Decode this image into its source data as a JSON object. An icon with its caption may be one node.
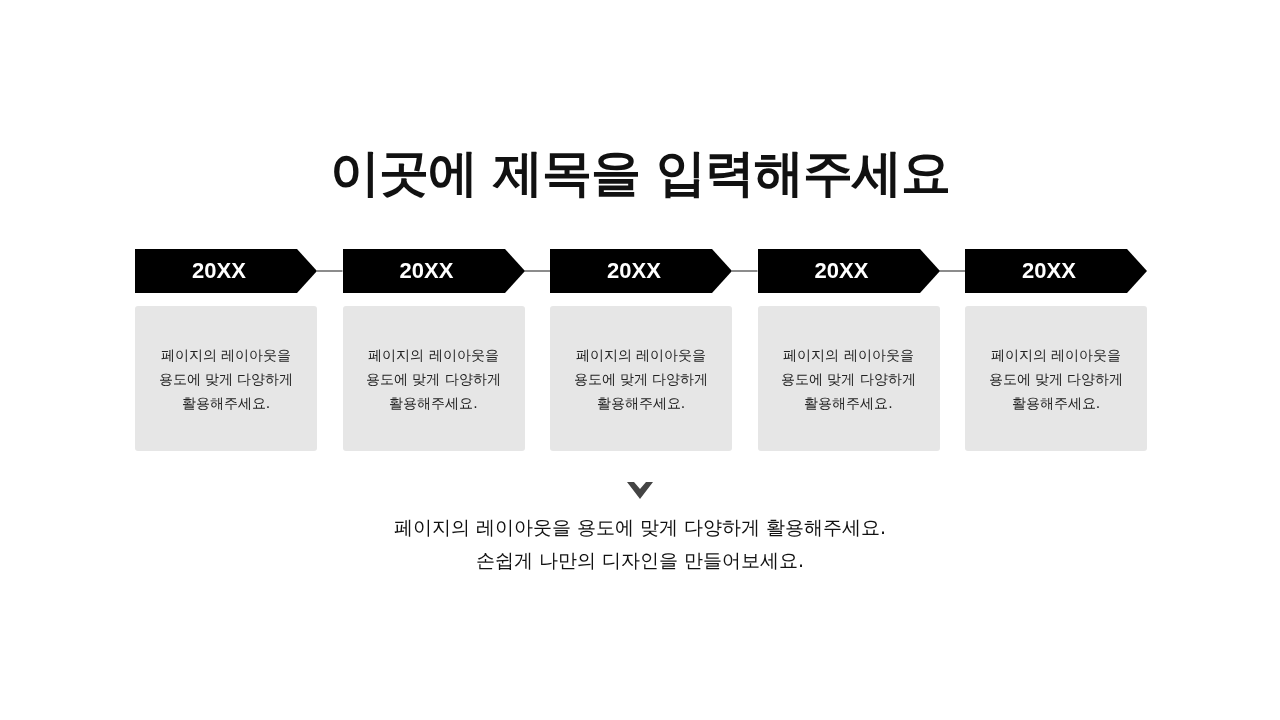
{
  "diagram": {
    "title": "이곳에 제목을 입력해주세요",
    "nodes": [
      {
        "text": [
          "20XX"
        ]
      },
      {
        "text": [
          "20XX"
        ]
      },
      {
        "text": [
          "20XX"
        ]
      },
      {
        "text": [
          "20XX"
        ]
      },
      {
        "text": [
          "20XX"
        ]
      },
      {
        "text": [
          "페이지의 레이아웃을 용도에 맞게 다양하게 활용해주세요."
        ]
      },
      {
        "text": [
          "페이지의 레이아웃을 용도에 맞게 다양하게 활용해주세요."
        ]
      },
      {
        "text": [
          "페이지의 레이아웃을 용도에 맞게 다양하게 활용해주세요."
        ]
      },
      {
        "text": [
          "페이지의 레이아웃을 용도에 맞게 다양하게 활용해주세요."
        ]
      },
      {
        "text": [
          "페이지의 레이아웃을 용도에 맞게 다양하게 활용해주세요."
        ]
      }
    ],
    "edges": [
      {
        "from": 0,
        "to": 1,
        "arrow": "none"
      },
      {
        "from": 1,
        "to": 2,
        "arrow": "none"
      },
      {
        "from": 2,
        "to": 3,
        "arrow": "none"
      },
      {
        "from": 3,
        "to": 4,
        "arrow": "none"
      }
    ],
    "labels": [
      "페이지의 레이아웃을 용도에 맞게 다양하게 활용해주세요.",
      "손쉽게 나만의 디자인을 만들어보세요."
    ]
  }
}
